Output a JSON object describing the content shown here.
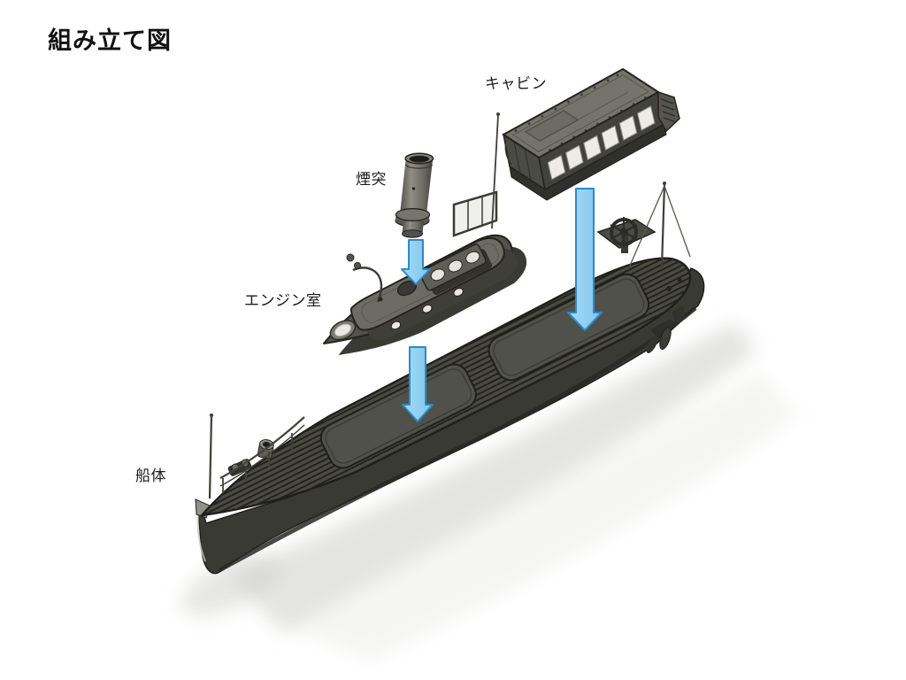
{
  "title": "組み立て図",
  "parts": [
    {
      "id": "cabin",
      "label": "キャビン"
    },
    {
      "id": "funnel",
      "label": "煙突"
    },
    {
      "id": "engine_room",
      "label": "エンジン室"
    },
    {
      "id": "hull",
      "label": "船体"
    }
  ],
  "arrows": {
    "count": 3,
    "direction": "down",
    "fill": "#8fcdef",
    "stroke": "#2d8ac6"
  },
  "palette": {
    "background": "#ffffff",
    "text": "#1c1c1c",
    "part_light": "#74746d",
    "part_mid": "#52524c",
    "part_dark": "#3a3a35",
    "outline": "#23231f",
    "window": "#edebe6",
    "shadow": "#c9c9c7"
  }
}
